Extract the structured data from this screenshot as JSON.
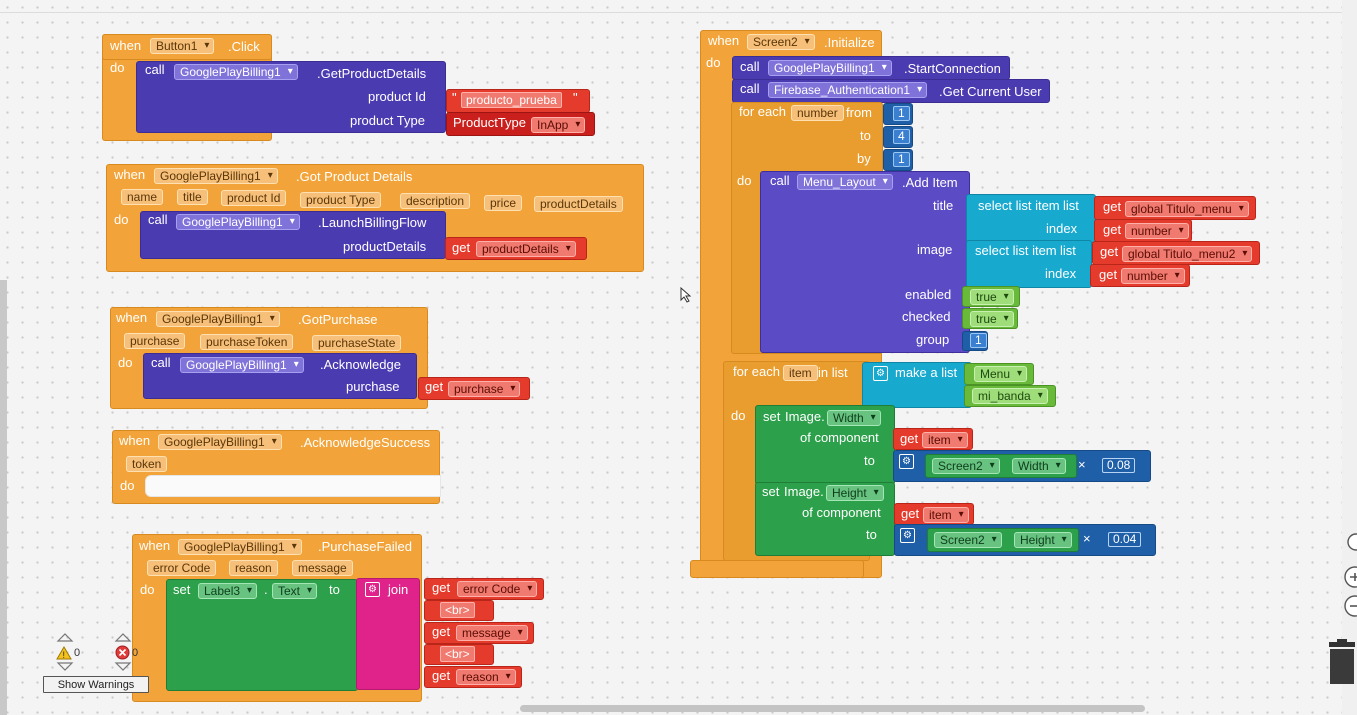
{
  "kw": {
    "when": "when",
    "do": "do",
    "call": "call",
    "set": "set",
    "to": "to",
    "get": "get",
    "for_each": "for each",
    "from": "from",
    "by": "by",
    "in_list": "in list",
    "make_list": "make a list",
    "join": "join",
    "select_item": "select list item",
    "list": "list",
    "index": "index",
    "of_component": "of component",
    "x": "×"
  },
  "b1": {
    "component": "Button1",
    "event": ".Click",
    "method_comp": "GooglePlayBilling1",
    "method": ".GetProductDetails",
    "arg1": "product Id",
    "arg1_val": "producto_prueba",
    "arg2": "product Type",
    "arg2_val": "ProductType",
    "arg2_opt": "InApp"
  },
  "b2": {
    "component": "GooglePlayBilling1",
    "event": ".Got Product Details",
    "params": [
      "name",
      "title",
      "product Id",
      "product Type",
      "description",
      "price",
      "productDetails"
    ],
    "method": ".LaunchBillingFlow",
    "arg": "productDetails",
    "arg_val": "productDetails"
  },
  "b3": {
    "component": "GooglePlayBilling1",
    "event": ".GotPurchase",
    "params": [
      "purchase",
      "purchaseToken",
      "purchaseState"
    ],
    "method": ".Acknowledge",
    "arg": "purchase",
    "arg_val": "purchase"
  },
  "b4": {
    "component": "GooglePlayBilling1",
    "event": ".AcknowledgeSuccess",
    "param": "token"
  },
  "b5": {
    "component": "GooglePlayBilling1",
    "event": ".PurchaseFailed",
    "params": [
      "error Code",
      "reason",
      "message"
    ],
    "target": "Label3",
    "prop": "Text",
    "items": [
      "error Code",
      "<br>",
      "message",
      "<br>",
      "reason"
    ]
  },
  "b6": {
    "component": "Screen2",
    "event": ".Initialize",
    "c1_comp": "GooglePlayBilling1",
    "c1_method": ".StartConnection",
    "c2_comp": "Firebase_Authentication1",
    "c2_method": ".Get Current User",
    "var": "number",
    "from": "1",
    "to_val": "4",
    "by_val": "1",
    "menu_comp": "Menu_Layout",
    "menu_method": ".Add Item",
    "title_lbl": "title",
    "title_var": "global Titulo_menu",
    "image_lbl": "image",
    "image_var": "global Titulo_menu2",
    "enabled_lbl": "enabled",
    "checked_lbl": "checked",
    "group_lbl": "group",
    "true_val": "true",
    "group_val": "1",
    "item_var": "item",
    "list_items": [
      "Menu",
      "mi_banda"
    ],
    "img_comp": "Image.",
    "width_prop": "Width",
    "height_prop": "Height",
    "screen": "Screen2",
    "w_factor": "0.08",
    "h_factor": "0.04"
  },
  "warnings": {
    "warn_count": "0",
    "err_count": "0",
    "button": "Show Warnings"
  }
}
